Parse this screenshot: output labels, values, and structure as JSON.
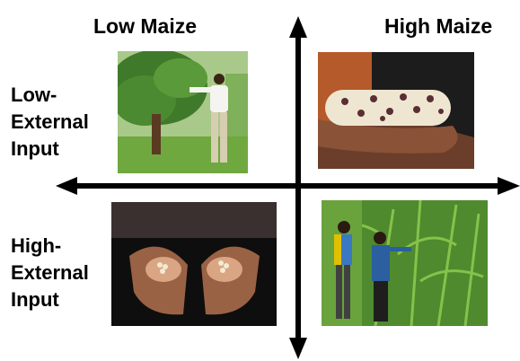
{
  "columns": {
    "low": "Low Maize",
    "high": "High Maize"
  },
  "rows": {
    "low": [
      "Low-",
      "External",
      "Input"
    ],
    "high": [
      "High-",
      "External",
      "Input"
    ]
  },
  "photos": {
    "top_left": "man-with-mango-tree-photo",
    "top_right": "hand-holding-maize-cob-photo",
    "bottom_left": "hands-holding-seeds-photo",
    "bottom_right": "people-in-maize-field-photo"
  },
  "colors": {
    "axis": "#000000",
    "text": "#000000",
    "background": "#ffffff"
  }
}
